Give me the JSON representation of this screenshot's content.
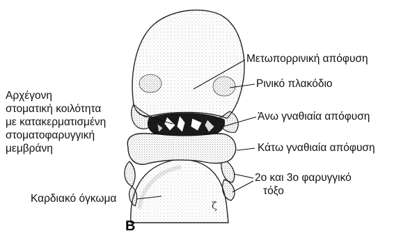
{
  "labels": {
    "frontonasal": "Μετωπορρινική απόφυση",
    "nasal_placode": "Ρινικό πλακόδιο",
    "stomodeum": [
      "Αρχέγονη",
      "στοματική κοιλότητα",
      "με κατακερματισμένη",
      "στοματοφαρυγγική",
      "μεμβράνη"
    ],
    "maxillary": "Άνω γναθιαία απόφυση",
    "mandibular": "Κάτω γναθιαία απόφυση",
    "arches": [
      "2ο και 3ο φαρυγγικό",
      "τόξο"
    ],
    "cardiac": "Καρδιακό όγκωμα"
  },
  "panel_letter": "B",
  "signature": "ζ"
}
